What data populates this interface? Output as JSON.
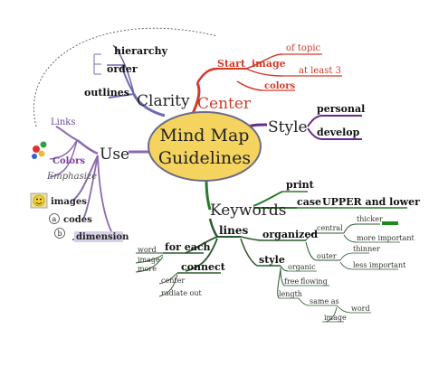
{
  "diagram": {
    "center": {
      "line1": "Mind Map",
      "line2": "Guidelines"
    },
    "colors": {
      "center_fill": "#f4d35e",
      "center_stroke": "#6b6b8a",
      "clarity": "#6a6ab0",
      "center_branch": "#d23a2a",
      "style": "#6a2a8a",
      "use": "#8a6ab0",
      "keywords": "#2a7a2a",
      "lines": "#2a5a2a",
      "dotted": "#666666"
    },
    "branches": {
      "clarity": {
        "label": "Clarity",
        "children": [
          "hierarchy",
          "order",
          "outlines"
        ]
      },
      "center": {
        "label": "Center",
        "start": "Start",
        "image": "image",
        "of_topic": "of topic",
        "at_least_3": "at least 3",
        "colors": "colors"
      },
      "style": {
        "label": "Style",
        "children": [
          "personal",
          "develop"
        ]
      },
      "use": {
        "label": "Use",
        "links": "Links",
        "colors": "Colors",
        "emphasize": "Emphasize",
        "images": "images",
        "codes": "codes",
        "dimension": "dimension",
        "code_a": "a",
        "code_b": "b"
      },
      "keywords": {
        "label": "Keywords",
        "print": "print",
        "case": "case",
        "upper_lower": "UPPER and lower"
      },
      "lines": {
        "label": "lines",
        "for_each": "for each",
        "word": "word",
        "image": "image",
        "more": "more",
        "connect": "connect",
        "center": "center",
        "radiate_out": "radiate out",
        "organized": "organized",
        "central": "central",
        "thicker": "thicker",
        "more_important": "more important",
        "outer": "outer",
        "thinner": "thinner",
        "less_important": "less important",
        "style": "style",
        "organic": "organic",
        "free": "free",
        "flowing": "flowing",
        "length": "length",
        "same_as": "same as",
        "word2": "word",
        "image2": "image"
      }
    }
  }
}
